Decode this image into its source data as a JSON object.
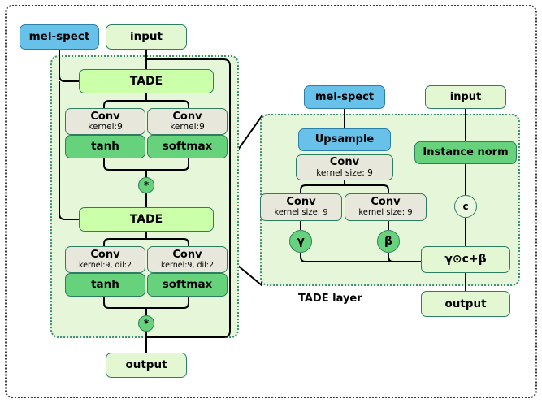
{
  "figure": {
    "caption": "TADE layer",
    "colors": {
      "mel_spect": "#68c1e8",
      "tade_block": "#ccffa9",
      "activation": "#66d37c",
      "conv": "#e7e7dc",
      "panel_bg": "#e5f6d9",
      "node_border": "#2e7d63",
      "wire": "#000000"
    }
  },
  "left": {
    "mel_spect": "mel-spect",
    "input": "input",
    "output": "output",
    "blocks": [
      {
        "tade": "TADE",
        "conv_left_title": "Conv",
        "conv_left_sub": "kernel:9",
        "conv_right_title": "Conv",
        "conv_right_sub": "kernel:9",
        "act_left": "tanh",
        "act_right": "softmax",
        "merge": "*"
      },
      {
        "tade": "TADE",
        "conv_left_title": "Conv",
        "conv_left_sub": "kernel:9, dil:2",
        "conv_right_title": "Conv",
        "conv_right_sub": "kernel:9, dil:2",
        "act_left": "tanh",
        "act_right": "softmax",
        "merge": "*"
      }
    ]
  },
  "right": {
    "mel_spect": "mel-spect",
    "input": "input",
    "upsample": "Upsample",
    "conv_top_title": "Conv",
    "conv_top_sub": "kernel size: 9",
    "conv_gamma_title": "Conv",
    "conv_gamma_sub": "kernel size: 9",
    "conv_beta_title": "Conv",
    "conv_beta_sub": "kernel size: 9",
    "gamma": "γ",
    "beta": "β",
    "instance_norm": "Instance norm",
    "c_node": "c",
    "affine": "γ⊙c+β",
    "output": "output"
  }
}
